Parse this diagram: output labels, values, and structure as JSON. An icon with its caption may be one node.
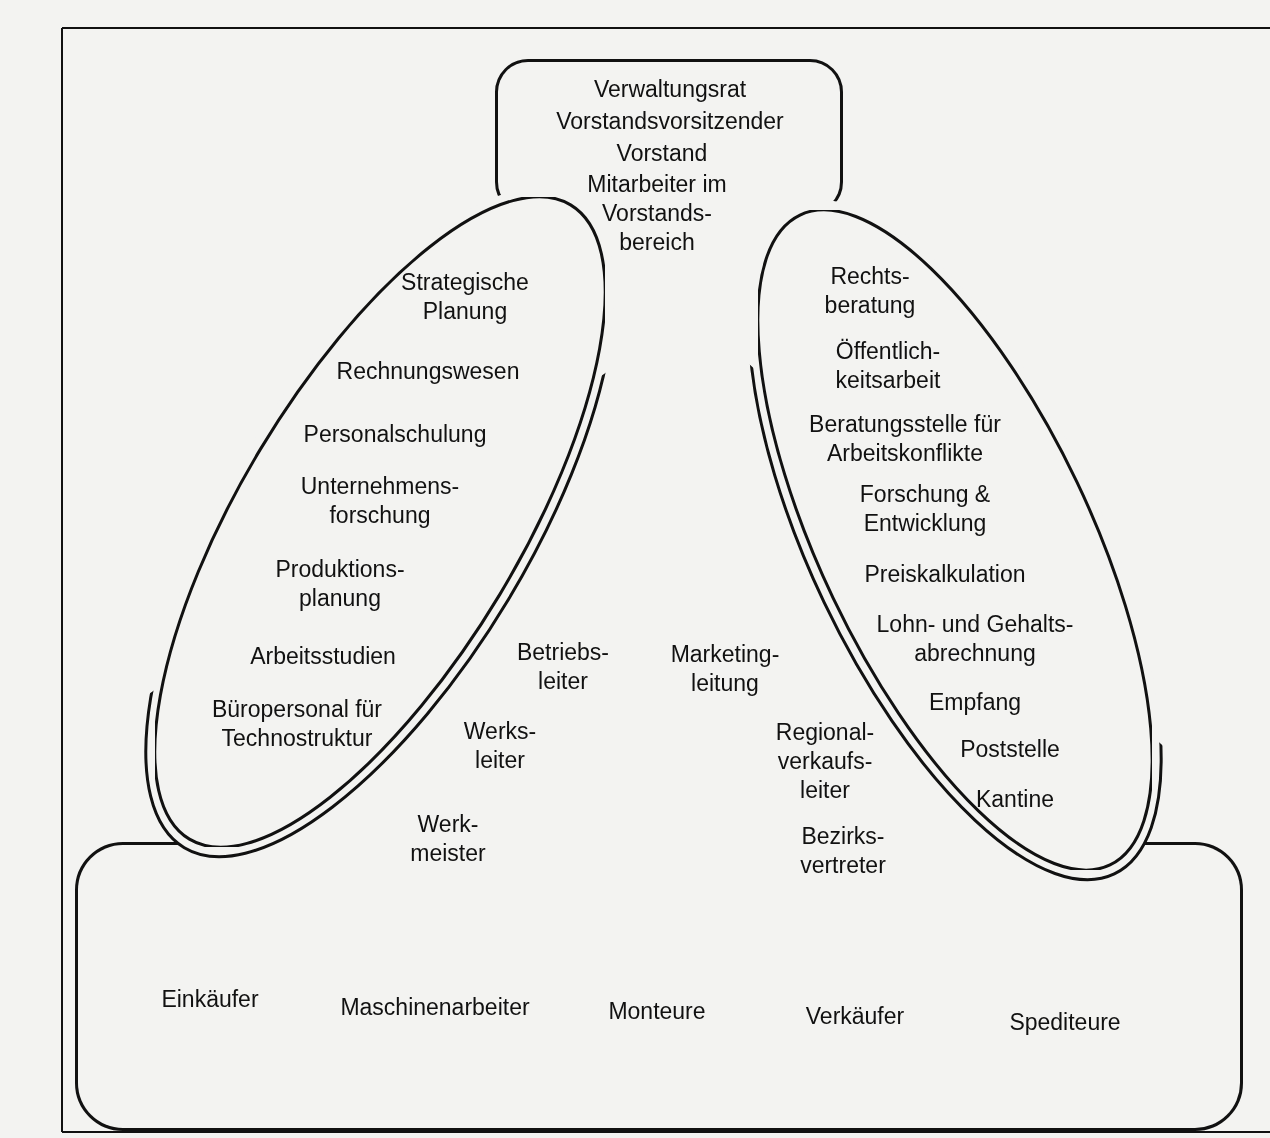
{
  "diagram": {
    "nodes": [
      {
        "text": [
          "Verwaltungsrat",
          "Vorstandsvorsitzender",
          "Vorstand",
          "Mitarbeiter im Vorstands- bereich"
        ]
      },
      {
        "text": [
          "Strategische Planung",
          "Rechnungswesen",
          "Personalschulung",
          "Unternehmens- forschung",
          "Produktions- planung",
          "Arbeitsstudien",
          "Büropersonal für Technostruktur"
        ]
      },
      {
        "text": [
          "Rechts- beratung",
          "Öffentlich- keitsarbeit",
          "Beratungsstelle für Arbeitskonflikte",
          "Forschung & Entwicklung",
          "Preiskalkulation",
          "Lohn- und Gehalts- abrechnung",
          "Empfang",
          "Poststelle",
          "Kantine"
        ]
      },
      {
        "text": [
          "Einkäufer",
          "Maschinenarbeiter",
          "Monteure",
          "Verkäufer",
          "Spediteure"
        ]
      }
    ],
    "edges": [],
    "labels": [
      "Betriebs- leiter",
      "Marketing- leitung",
      "Werks- leiter",
      "Regional- verkaufs- leiter",
      "Werk- meister",
      "Bezirks- vertreter"
    ]
  }
}
